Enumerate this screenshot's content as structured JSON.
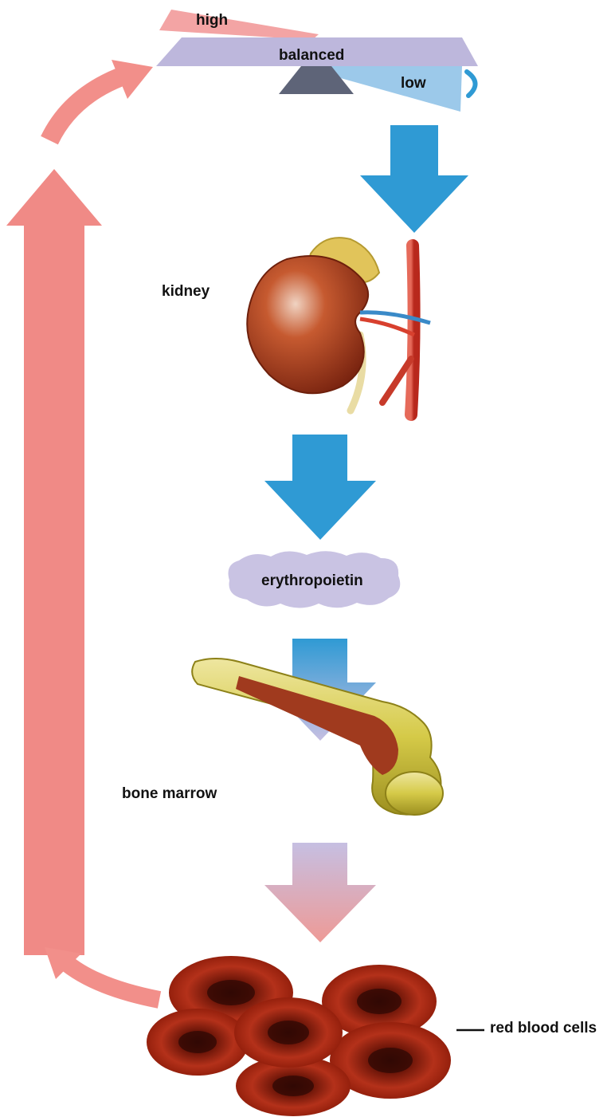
{
  "labels": {
    "high": "high",
    "balanced": "balanced",
    "low": "low",
    "kidney": "kidney",
    "erythropoietin": "erythropoietin",
    "bone_marrow": "bone marrow",
    "red_blood_cells": "red blood cells"
  },
  "colors": {
    "feedback_pink": "#f08a86",
    "flow_blue": "#2f9ad4",
    "flow_lavender": "#c7bfe2",
    "balance_beam": "#bdb7dc",
    "fulcrum": "#5e6478",
    "high_arm": "#f3a4a4",
    "low_arm": "#9cc9ea",
    "cloud": "#c9c3e3",
    "kidney": "#b5401f",
    "bone": "#d7cf52",
    "marrow": "#a03a1e",
    "rbc": "#b22a12"
  },
  "icons": {
    "balance": "balance-scale-icon",
    "kidney": "kidney-icon",
    "bone": "bone-icon",
    "cells": "red-blood-cell-icon"
  }
}
